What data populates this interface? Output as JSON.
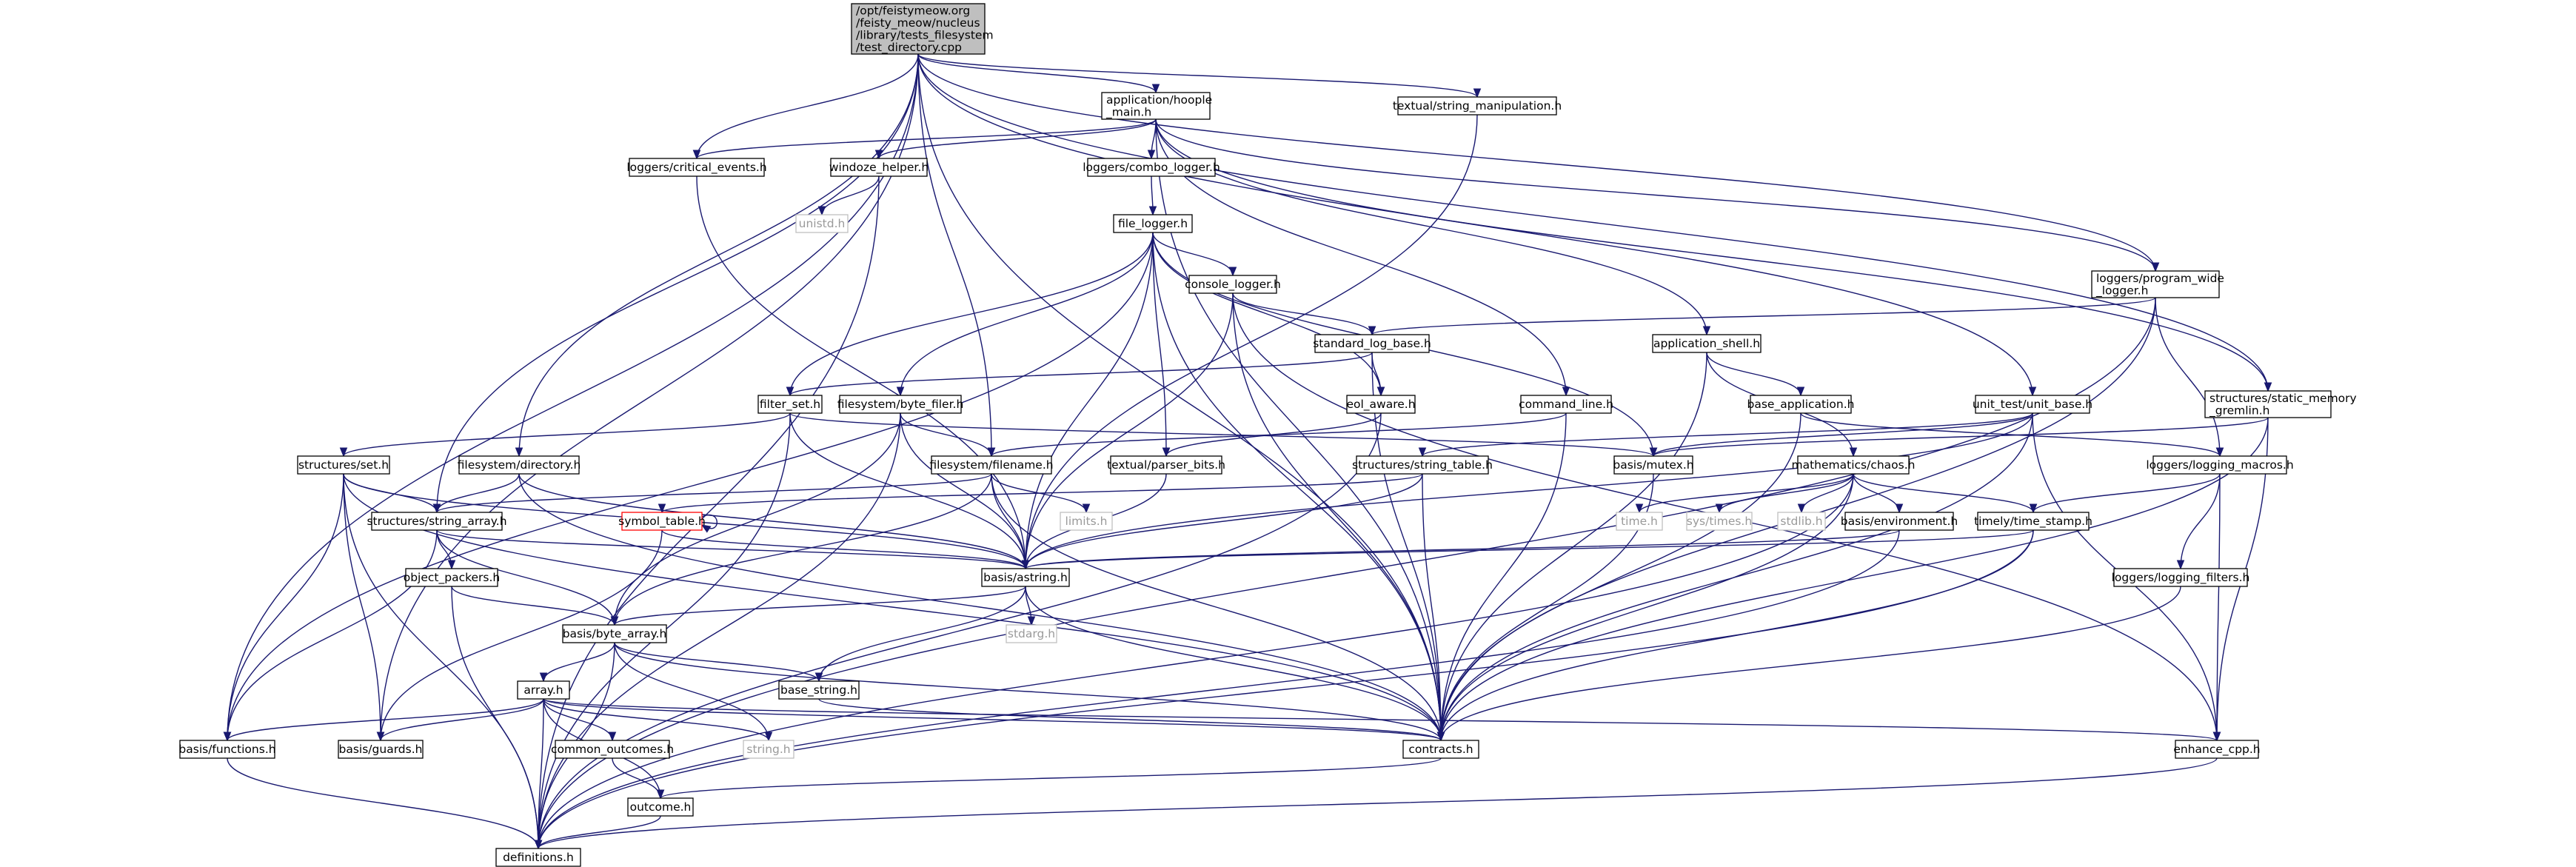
{
  "diagram": {
    "nodes": [
      {
        "id": "root",
        "lines": [
          "/opt/feistymeow.org",
          "/feisty_meow/nucleus",
          "/library/tests_filesystem",
          "/test_directory.cpp"
        ],
        "style": "root"
      },
      {
        "id": "hoople",
        "lines": [
          "application/hoople",
          "_main.h"
        ]
      },
      {
        "id": "string_manip",
        "lines": [
          "textual/string_manipulation.h"
        ]
      },
      {
        "id": "critical_events",
        "lines": [
          "loggers/critical_events.h"
        ]
      },
      {
        "id": "windoze_helper",
        "lines": [
          "windoze_helper.h"
        ]
      },
      {
        "id": "combo_logger",
        "lines": [
          "loggers/combo_logger.h"
        ]
      },
      {
        "id": "unistd",
        "lines": [
          "unistd.h"
        ],
        "style": "system"
      },
      {
        "id": "file_logger",
        "lines": [
          "file_logger.h"
        ]
      },
      {
        "id": "program_wide_logger",
        "lines": [
          "loggers/program_wide",
          "_logger.h"
        ]
      },
      {
        "id": "console_logger",
        "lines": [
          "console_logger.h"
        ]
      },
      {
        "id": "standard_log_base",
        "lines": [
          "standard_log_base.h"
        ]
      },
      {
        "id": "application_shell",
        "lines": [
          "application_shell.h"
        ]
      },
      {
        "id": "filter_set",
        "lines": [
          "filter_set.h"
        ]
      },
      {
        "id": "byte_filer",
        "lines": [
          "filesystem/byte_filer.h"
        ]
      },
      {
        "id": "eol_aware",
        "lines": [
          "eol_aware.h"
        ]
      },
      {
        "id": "command_line",
        "lines": [
          "command_line.h"
        ]
      },
      {
        "id": "base_application",
        "lines": [
          "base_application.h"
        ]
      },
      {
        "id": "unit_base",
        "lines": [
          "unit_test/unit_base.h"
        ]
      },
      {
        "id": "static_memory_gremlin",
        "lines": [
          "structures/static_memory",
          "_gremlin.h"
        ]
      },
      {
        "id": "structures_set",
        "lines": [
          "structures/set.h"
        ]
      },
      {
        "id": "fs_directory",
        "lines": [
          "filesystem/directory.h"
        ]
      },
      {
        "id": "fs_filename",
        "lines": [
          "filesystem/filename.h"
        ]
      },
      {
        "id": "parser_bits",
        "lines": [
          "textual/parser_bits.h"
        ]
      },
      {
        "id": "basis_mutex",
        "lines": [
          "basis/mutex.h"
        ]
      },
      {
        "id": "math_chaos",
        "lines": [
          "mathematics/chaos.h"
        ]
      },
      {
        "id": "logging_macros",
        "lines": [
          "loggers/logging_macros.h"
        ]
      },
      {
        "id": "string_table",
        "lines": [
          "structures/string_table.h"
        ]
      },
      {
        "id": "string_array",
        "lines": [
          "structures/string_array.h"
        ]
      },
      {
        "id": "symbol_table",
        "lines": [
          "symbol_table.h"
        ],
        "style": "truncated"
      },
      {
        "id": "limits",
        "lines": [
          "limits.h"
        ],
        "style": "system"
      },
      {
        "id": "time_h",
        "lines": [
          "time.h"
        ],
        "style": "system"
      },
      {
        "id": "sys_times",
        "lines": [
          "sys/times.h"
        ],
        "style": "system"
      },
      {
        "id": "stdlib",
        "lines": [
          "stdlib.h"
        ],
        "style": "system"
      },
      {
        "id": "basis_environment",
        "lines": [
          "basis/environment.h"
        ]
      },
      {
        "id": "time_stamp",
        "lines": [
          "timely/time_stamp.h"
        ]
      },
      {
        "id": "object_packers",
        "lines": [
          "object_packers.h"
        ]
      },
      {
        "id": "basis_astring",
        "lines": [
          "basis/astring.h"
        ]
      },
      {
        "id": "logging_filters",
        "lines": [
          "loggers/logging_filters.h"
        ]
      },
      {
        "id": "byte_array",
        "lines": [
          "basis/byte_array.h"
        ]
      },
      {
        "id": "stdarg",
        "lines": [
          "stdarg.h"
        ],
        "style": "system"
      },
      {
        "id": "array_h",
        "lines": [
          "array.h"
        ]
      },
      {
        "id": "base_string",
        "lines": [
          "base_string.h"
        ]
      },
      {
        "id": "basis_functions",
        "lines": [
          "basis/functions.h"
        ]
      },
      {
        "id": "basis_guards",
        "lines": [
          "basis/guards.h"
        ]
      },
      {
        "id": "common_outcomes",
        "lines": [
          "common_outcomes.h"
        ]
      },
      {
        "id": "string_h",
        "lines": [
          "string.h"
        ],
        "style": "system"
      },
      {
        "id": "contracts",
        "lines": [
          "contracts.h"
        ]
      },
      {
        "id": "enhance_cpp",
        "lines": [
          "enhance_cpp.h"
        ]
      },
      {
        "id": "outcome",
        "lines": [
          "outcome.h"
        ]
      },
      {
        "id": "definitions",
        "lines": [
          "definitions.h"
        ]
      }
    ],
    "edges": [
      [
        "root",
        "hoople"
      ],
      [
        "root",
        "string_manip"
      ],
      [
        "root",
        "critical_events"
      ],
      [
        "root",
        "program_wide_logger"
      ],
      [
        "root",
        "unit_base"
      ],
      [
        "root",
        "static_memory_gremlin"
      ],
      [
        "root",
        "fs_directory"
      ],
      [
        "root",
        "fs_filename"
      ],
      [
        "root",
        "string_array"
      ],
      [
        "root",
        "basis_functions"
      ],
      [
        "root",
        "basis_guards"
      ],
      [
        "root",
        "contracts"
      ],
      [
        "hoople",
        "critical_events"
      ],
      [
        "hoople",
        "windoze_helper"
      ],
      [
        "hoople",
        "combo_logger"
      ],
      [
        "hoople",
        "program_wide_logger"
      ],
      [
        "hoople",
        "application_shell"
      ],
      [
        "hoople",
        "command_line"
      ],
      [
        "hoople",
        "static_memory_gremlin"
      ],
      [
        "hoople",
        "contracts"
      ],
      [
        "string_manip",
        "basis_astring"
      ],
      [
        "critical_events",
        "basis_astring"
      ],
      [
        "windoze_helper",
        "unistd"
      ],
      [
        "windoze_helper",
        "definitions"
      ],
      [
        "combo_logger",
        "file_logger"
      ],
      [
        "file_logger",
        "console_logger"
      ],
      [
        "file_logger",
        "filter_set"
      ],
      [
        "file_logger",
        "byte_filer"
      ],
      [
        "file_logger",
        "eol_aware"
      ],
      [
        "file_logger",
        "parser_bits"
      ],
      [
        "file_logger",
        "basis_mutex"
      ],
      [
        "file_logger",
        "basis_astring"
      ],
      [
        "file_logger",
        "basis_functions"
      ],
      [
        "file_logger",
        "contracts"
      ],
      [
        "program_wide_logger",
        "standard_log_base"
      ],
      [
        "program_wide_logger",
        "logging_macros"
      ],
      [
        "program_wide_logger",
        "contracts"
      ],
      [
        "program_wide_logger",
        "definitions"
      ],
      [
        "console_logger",
        "standard_log_base"
      ],
      [
        "console_logger",
        "basis_astring"
      ],
      [
        "console_logger",
        "enhance_cpp"
      ],
      [
        "console_logger",
        "contracts"
      ],
      [
        "standard_log_base",
        "filter_set"
      ],
      [
        "standard_log_base",
        "eol_aware"
      ],
      [
        "standard_log_base",
        "contracts"
      ],
      [
        "application_shell",
        "base_application"
      ],
      [
        "application_shell",
        "math_chaos"
      ],
      [
        "application_shell",
        "contracts"
      ],
      [
        "filter_set",
        "structures_set"
      ],
      [
        "filter_set",
        "basis_mutex"
      ],
      [
        "filter_set",
        "basis_astring"
      ],
      [
        "filter_set",
        "definitions"
      ],
      [
        "byte_filer",
        "fs_filename"
      ],
      [
        "byte_filer",
        "byte_array"
      ],
      [
        "byte_filer",
        "basis_astring"
      ],
      [
        "byte_filer",
        "definitions"
      ],
      [
        "eol_aware",
        "parser_bits"
      ],
      [
        "eol_aware",
        "definitions"
      ],
      [
        "command_line",
        "fs_filename"
      ],
      [
        "command_line",
        "contracts"
      ],
      [
        "base_application",
        "logging_macros"
      ],
      [
        "base_application",
        "contracts"
      ],
      [
        "unit_base",
        "basis_mutex"
      ],
      [
        "unit_base",
        "string_table"
      ],
      [
        "unit_base",
        "basis_astring"
      ],
      [
        "unit_base",
        "enhance_cpp"
      ],
      [
        "unit_base",
        "contracts"
      ],
      [
        "static_memory_gremlin",
        "basis_mutex"
      ],
      [
        "static_memory_gremlin",
        "enhance_cpp"
      ],
      [
        "static_memory_gremlin",
        "contracts"
      ],
      [
        "structures_set",
        "string_array"
      ],
      [
        "structures_set",
        "basis_astring"
      ],
      [
        "structures_set",
        "basis_functions"
      ],
      [
        "structures_set",
        "basis_guards"
      ],
      [
        "structures_set",
        "contracts"
      ],
      [
        "structures_set",
        "definitions"
      ],
      [
        "fs_directory",
        "string_array"
      ],
      [
        "fs_directory",
        "basis_astring"
      ],
      [
        "fs_directory",
        "contracts"
      ],
      [
        "fs_filename",
        "string_array"
      ],
      [
        "fs_filename",
        "limits"
      ],
      [
        "fs_filename",
        "basis_astring"
      ],
      [
        "fs_filename",
        "byte_array"
      ],
      [
        "fs_filename",
        "contracts"
      ],
      [
        "parser_bits",
        "basis_astring"
      ],
      [
        "basis_mutex",
        "contracts"
      ],
      [
        "math_chaos",
        "time_h"
      ],
      [
        "math_chaos",
        "sys_times"
      ],
      [
        "math_chaos",
        "stdlib"
      ],
      [
        "math_chaos",
        "basis_environment"
      ],
      [
        "math_chaos",
        "time_stamp"
      ],
      [
        "math_chaos",
        "contracts"
      ],
      [
        "math_chaos",
        "definitions"
      ],
      [
        "logging_macros",
        "logging_filters"
      ],
      [
        "logging_macros",
        "time_stamp"
      ],
      [
        "logging_macros",
        "enhance_cpp"
      ],
      [
        "string_table",
        "symbol_table"
      ],
      [
        "string_table",
        "basis_astring"
      ],
      [
        "string_table",
        "contracts"
      ],
      [
        "string_array",
        "object_packers"
      ],
      [
        "string_array",
        "byte_array"
      ],
      [
        "string_array",
        "basis_astring"
      ],
      [
        "string_array",
        "basis_functions"
      ],
      [
        "symbol_table",
        "symbol_table"
      ],
      [
        "symbol_table",
        "basis_astring"
      ],
      [
        "symbol_table",
        "basis_guards"
      ],
      [
        "basis_environment",
        "basis_astring"
      ],
      [
        "basis_environment",
        "definitions"
      ],
      [
        "time_stamp",
        "basis_astring"
      ],
      [
        "time_stamp",
        "contracts"
      ],
      [
        "time_stamp",
        "definitions"
      ],
      [
        "object_packers",
        "byte_array"
      ],
      [
        "object_packers",
        "definitions"
      ],
      [
        "basis_astring",
        "byte_array"
      ],
      [
        "basis_astring",
        "base_string"
      ],
      [
        "basis_astring",
        "stdarg"
      ],
      [
        "basis_astring",
        "contracts"
      ],
      [
        "logging_filters",
        "contracts"
      ],
      [
        "byte_array",
        "array_h"
      ],
      [
        "byte_array",
        "base_string"
      ],
      [
        "byte_array",
        "string_h"
      ],
      [
        "byte_array",
        "contracts"
      ],
      [
        "byte_array",
        "definitions"
      ],
      [
        "array_h",
        "basis_functions"
      ],
      [
        "array_h",
        "basis_guards"
      ],
      [
        "array_h",
        "common_outcomes"
      ],
      [
        "array_h",
        "outcome"
      ],
      [
        "array_h",
        "string_h"
      ],
      [
        "array_h",
        "contracts"
      ],
      [
        "array_h",
        "enhance_cpp"
      ],
      [
        "array_h",
        "definitions"
      ],
      [
        "base_string",
        "contracts"
      ],
      [
        "basis_functions",
        "definitions"
      ],
      [
        "common_outcomes",
        "outcome"
      ],
      [
        "contracts",
        "outcome"
      ],
      [
        "enhance_cpp",
        "definitions"
      ],
      [
        "outcome",
        "definitions"
      ]
    ]
  }
}
